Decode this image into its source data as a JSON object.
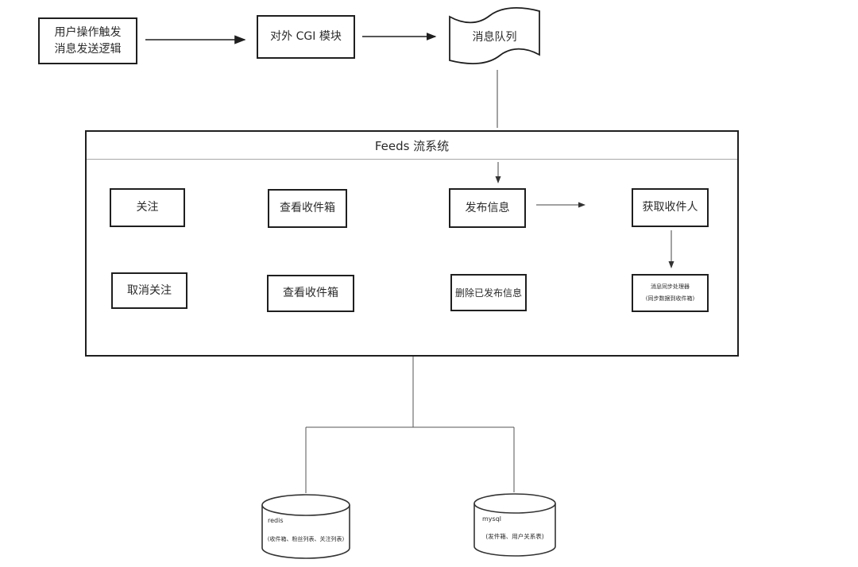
{
  "diagram": {
    "nodes": {
      "user_trigger": {
        "line1": "用户操作触发",
        "line2": "消息发送逻辑"
      },
      "cgi": {
        "label": "对外 CGI 模块"
      },
      "queue": {
        "label": "消息队列"
      },
      "feeds_system": {
        "title": "Feeds 流系统"
      },
      "follow": {
        "label": "关注"
      },
      "view_inbox_1": {
        "label": "查看收件箱"
      },
      "publish": {
        "label": "发布信息"
      },
      "get_recipients": {
        "label": "获取收件人"
      },
      "unfollow": {
        "label": "取消关注"
      },
      "view_inbox_2": {
        "label": "查看收件箱"
      },
      "delete_published": {
        "label": "删除已发布信息"
      },
      "sync_processor": {
        "line1": "消息同步处理器",
        "line2": "(同步数据到收件箱)"
      },
      "redis": {
        "label": "redis",
        "detail": "(收件箱、粉丝列表、关注列表)"
      },
      "mysql": {
        "label": "mysql",
        "detail": "(发件箱、用户关系表)"
      }
    },
    "colors": {
      "background": "#ffffff",
      "border": "#1f1f1f",
      "line": "#444444",
      "divider": "#a8a8a8",
      "text": "#2b2b2b"
    }
  }
}
